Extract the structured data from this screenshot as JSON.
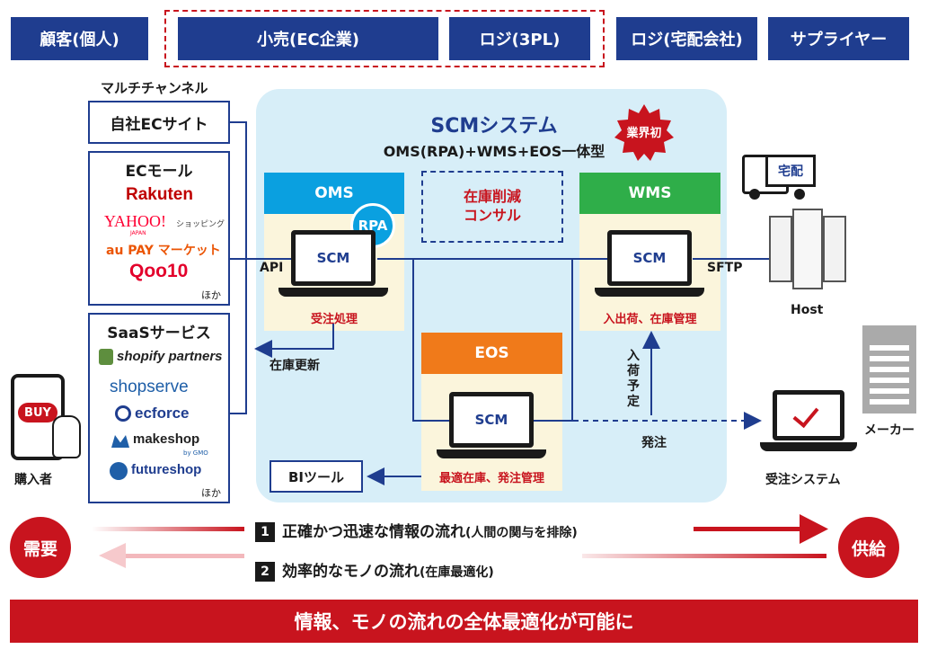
{
  "header": {
    "customer": "顧客(個人)",
    "retail": "小売(EC企業)",
    "logi_3pl": "ロジ(3PL)",
    "logi_delivery": "ロジ(宅配会社)",
    "supplier": "サプライヤー"
  },
  "channels": {
    "multichannel_label": "マルチチャンネル",
    "own_ec": "自社ECサイト",
    "ec_mall": {
      "title": "ECモール",
      "items": [
        "Rakuten",
        "YAHOO!",
        "JAPAN",
        "ショッピング",
        "au PAY マーケット",
        "Qoo10"
      ],
      "more": "ほか"
    },
    "saas": {
      "title": "SaaSサービス",
      "items": [
        "shopify partners",
        "shopserve",
        "ecforce",
        "makeshop",
        "by GMO",
        "futureshop"
      ],
      "more": "ほか"
    }
  },
  "buyer": {
    "buy": "BUY",
    "label": "購入者"
  },
  "scm": {
    "title": "SCMシステム",
    "subtitle": "OMS(RPA)+WMS+EOS一体型",
    "badge": "業界初",
    "consult": "在庫削減\nコンサル",
    "oms": {
      "head": "OMS",
      "rpa": "RPA",
      "screen": "SCM",
      "caption": "受注処理"
    },
    "wms": {
      "head": "WMS",
      "screen": "SCM",
      "caption": "入出荷、在庫管理"
    },
    "eos": {
      "head": "EOS",
      "screen": "SCM",
      "caption": "最適在庫、発注管理"
    }
  },
  "labels": {
    "api": "API",
    "sftp": "SFTP",
    "stock_update": "在庫更新",
    "arrival": "入荷予定",
    "order": "発注",
    "bi_tool": "BIツール"
  },
  "right": {
    "delivery": "宅配",
    "host": "Host",
    "maker": "メーカー",
    "order_system": "受注システム"
  },
  "bottom": {
    "demand": "需要",
    "supply": "供給",
    "flow1_num": "1",
    "flow1_main": "正確かつ迅速な情報の流れ",
    "flow1_sub": "(人間の関与を排除)",
    "flow2_num": "2",
    "flow2_main": "効率的なモノの流れ",
    "flow2_sub": "(在庫最適化)",
    "banner": "情報、モノの流れの全体最適化が可能に"
  },
  "colors": {
    "navy": "#1f3d8f",
    "red": "#c8141e",
    "oms_blue": "#0aa0e0",
    "wms_green": "#2fae49",
    "eos_orange": "#f07a1a",
    "panel_cream": "#fbf5dc",
    "scm_bg": "#d7eef8"
  }
}
